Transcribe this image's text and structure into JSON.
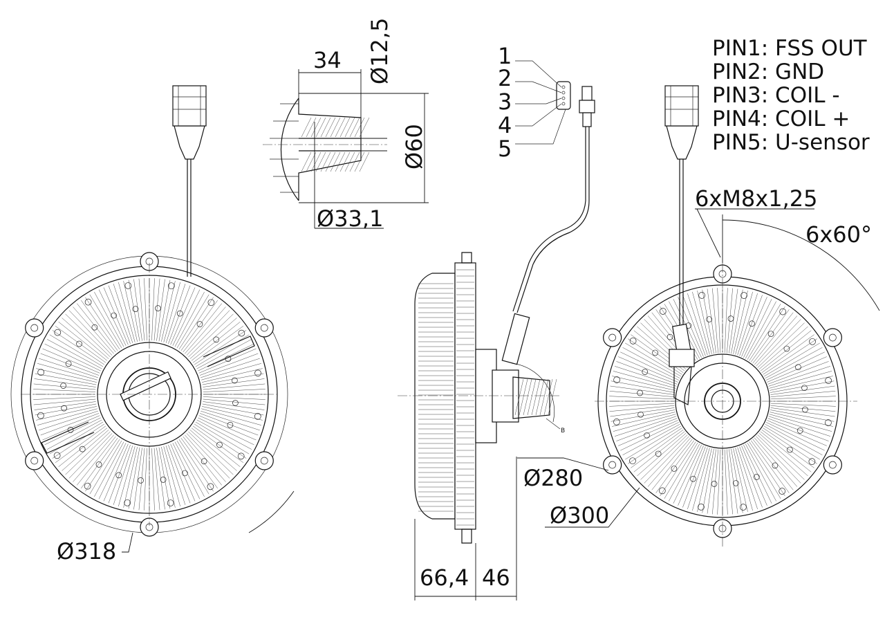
{
  "dimensions": {
    "d318": "Ø318",
    "d280": "Ø280",
    "d300": "Ø300",
    "d12_5": "Ø12,5",
    "d60": "Ø60",
    "d33_1": "Ø33,1",
    "len34": "34",
    "len66_4": "66,4",
    "len46": "46",
    "bolts": "6xM8x1,25",
    "angle": "6x60°"
  },
  "connector_pins": {
    "numbers": [
      "1",
      "2",
      "3",
      "4",
      "5"
    ]
  },
  "pin_legend": [
    "PIN1: FSS OUT",
    "PIN2: GND",
    "PIN3: COIL -",
    "PIN4: COIL +",
    "PIN5: U-sensor"
  ],
  "detail_label": "B",
  "colors": {
    "line": "#111111",
    "background": "#ffffff"
  }
}
